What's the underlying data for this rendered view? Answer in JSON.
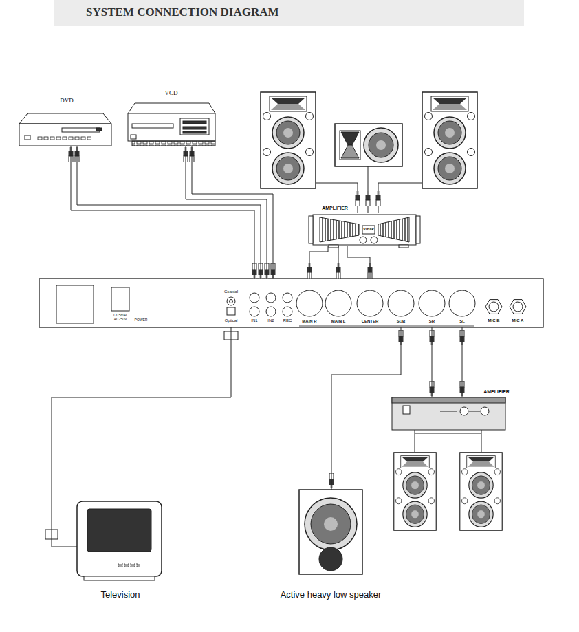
{
  "diagram": {
    "title": "SYSTEM CONNECTION DIAGRAM",
    "nodes": [
      {
        "text": [
          "DVD"
        ]
      },
      {
        "text": [
          "VCD"
        ]
      },
      {
        "text": [
          "AMPLIFIER",
          "Vinak"
        ]
      },
      {
        "text": [
          "Coaxial",
          "Optical",
          "IN1",
          "IN2",
          "REC",
          "MAIN R",
          "MAIN L",
          "CENTER",
          "SUB",
          "SR",
          "SL",
          "MIC B",
          "MIC A",
          "T315mAL AC250V",
          "POWER"
        ]
      },
      {
        "text": [
          "AMPLIFIER"
        ]
      },
      {
        "text": [
          "Television"
        ]
      },
      {
        "text": [
          "Active heavy low speaker"
        ]
      }
    ],
    "edges": [
      {
        "from": 0,
        "to": 3,
        "arrow": "none"
      },
      {
        "from": 0,
        "to": 3,
        "arrow": "none"
      },
      {
        "from": 1,
        "to": 3,
        "arrow": "none"
      },
      {
        "from": 1,
        "to": 3,
        "arrow": "none"
      },
      {
        "from": 3,
        "to": 2,
        "arrow": "none"
      },
      {
        "from": 3,
        "to": 2,
        "arrow": "none"
      },
      {
        "from": 3,
        "to": 2,
        "arrow": "none"
      },
      {
        "from": 3,
        "to": 6,
        "arrow": "none"
      },
      {
        "from": 3,
        "to": 4,
        "arrow": "none"
      },
      {
        "from": 3,
        "to": 4,
        "arrow": "none"
      },
      {
        "from": 3,
        "to": 5,
        "arrow": "none"
      }
    ]
  }
}
